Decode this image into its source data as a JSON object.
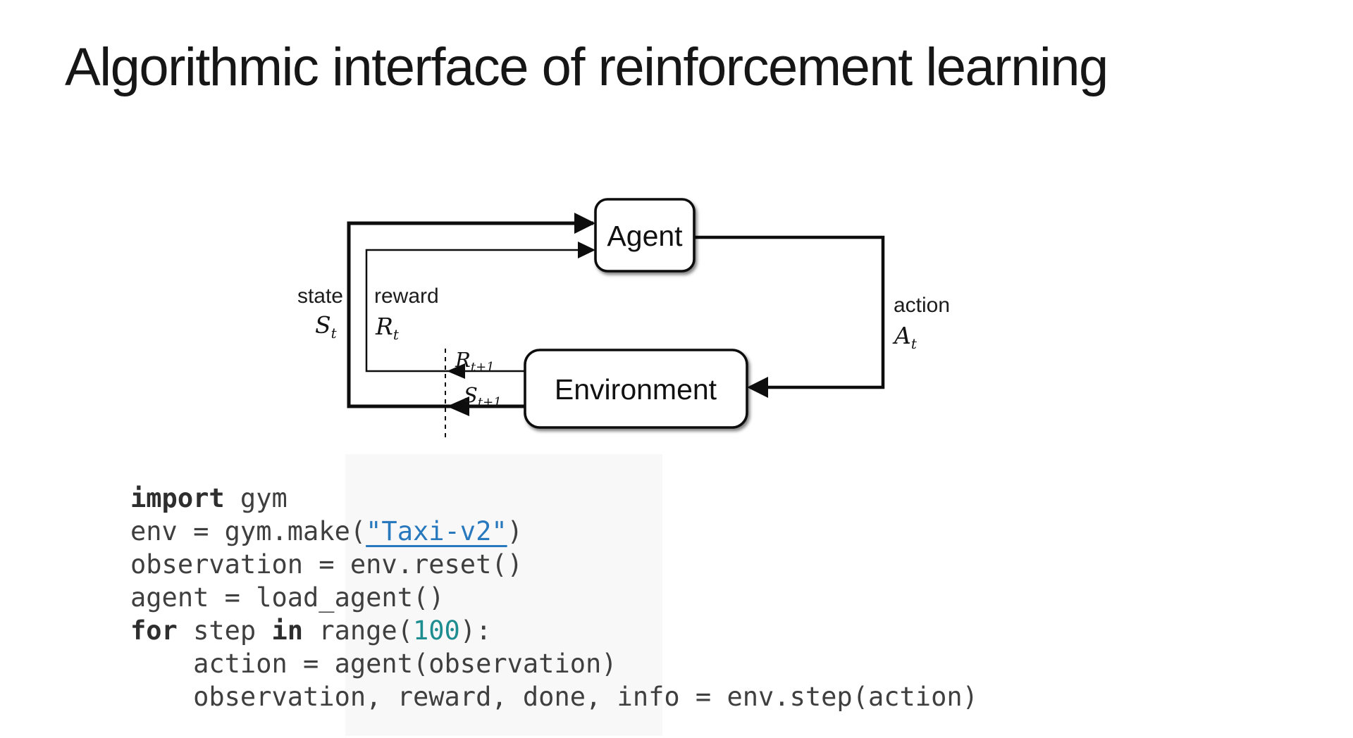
{
  "slide": {
    "title": "Algorithmic interface of reinforcement learning"
  },
  "diagram": {
    "agent_label": "Agent",
    "environment_label": "Environment",
    "state_label": "state",
    "state_symbol": "S",
    "state_sub": "t",
    "reward_label": "reward",
    "reward_symbol": "R",
    "reward_sub": "t",
    "action_label": "action",
    "action_symbol": "A",
    "action_sub": "t",
    "next_reward_symbol": "R",
    "next_reward_sub": "t+1",
    "next_state_symbol": "S",
    "next_state_sub": "t+1"
  },
  "code": {
    "lines": [
      {
        "tokens": [
          {
            "t": "import",
            "s": "kw"
          },
          {
            "t": " gym",
            "s": "plain"
          }
        ]
      },
      {
        "tokens": [
          {
            "t": "env = gym.make(",
            "s": "plain"
          },
          {
            "t": "\"Taxi-v2\"",
            "s": "link"
          },
          {
            "t": ")",
            "s": "plain"
          }
        ]
      },
      {
        "tokens": [
          {
            "t": "observation = env.reset()",
            "s": "plain"
          }
        ]
      },
      {
        "tokens": [
          {
            "t": "agent = load_agent()",
            "s": "plain"
          }
        ]
      },
      {
        "tokens": [
          {
            "t": "for",
            "s": "kw"
          },
          {
            "t": " step ",
            "s": "plain"
          },
          {
            "t": "in",
            "s": "kw"
          },
          {
            "t": " range(",
            "s": "plain"
          },
          {
            "t": "100",
            "s": "num"
          },
          {
            "t": "):",
            "s": "plain"
          }
        ]
      },
      {
        "tokens": [
          {
            "t": "    action = agent(observation)",
            "s": "plain"
          }
        ]
      },
      {
        "tokens": [
          {
            "t": "    observation, reward, done, info = env.step(action)",
            "s": "plain"
          }
        ]
      }
    ]
  },
  "colors": {
    "title_text": "#161616",
    "diagram_stroke": "#0d0d0d",
    "code_text": "#3f3f3f",
    "code_keyword": "#2e2e2e",
    "code_link": "#2878be",
    "code_number": "#1d8d90",
    "code_panel_tint": "#f8f8f8"
  }
}
